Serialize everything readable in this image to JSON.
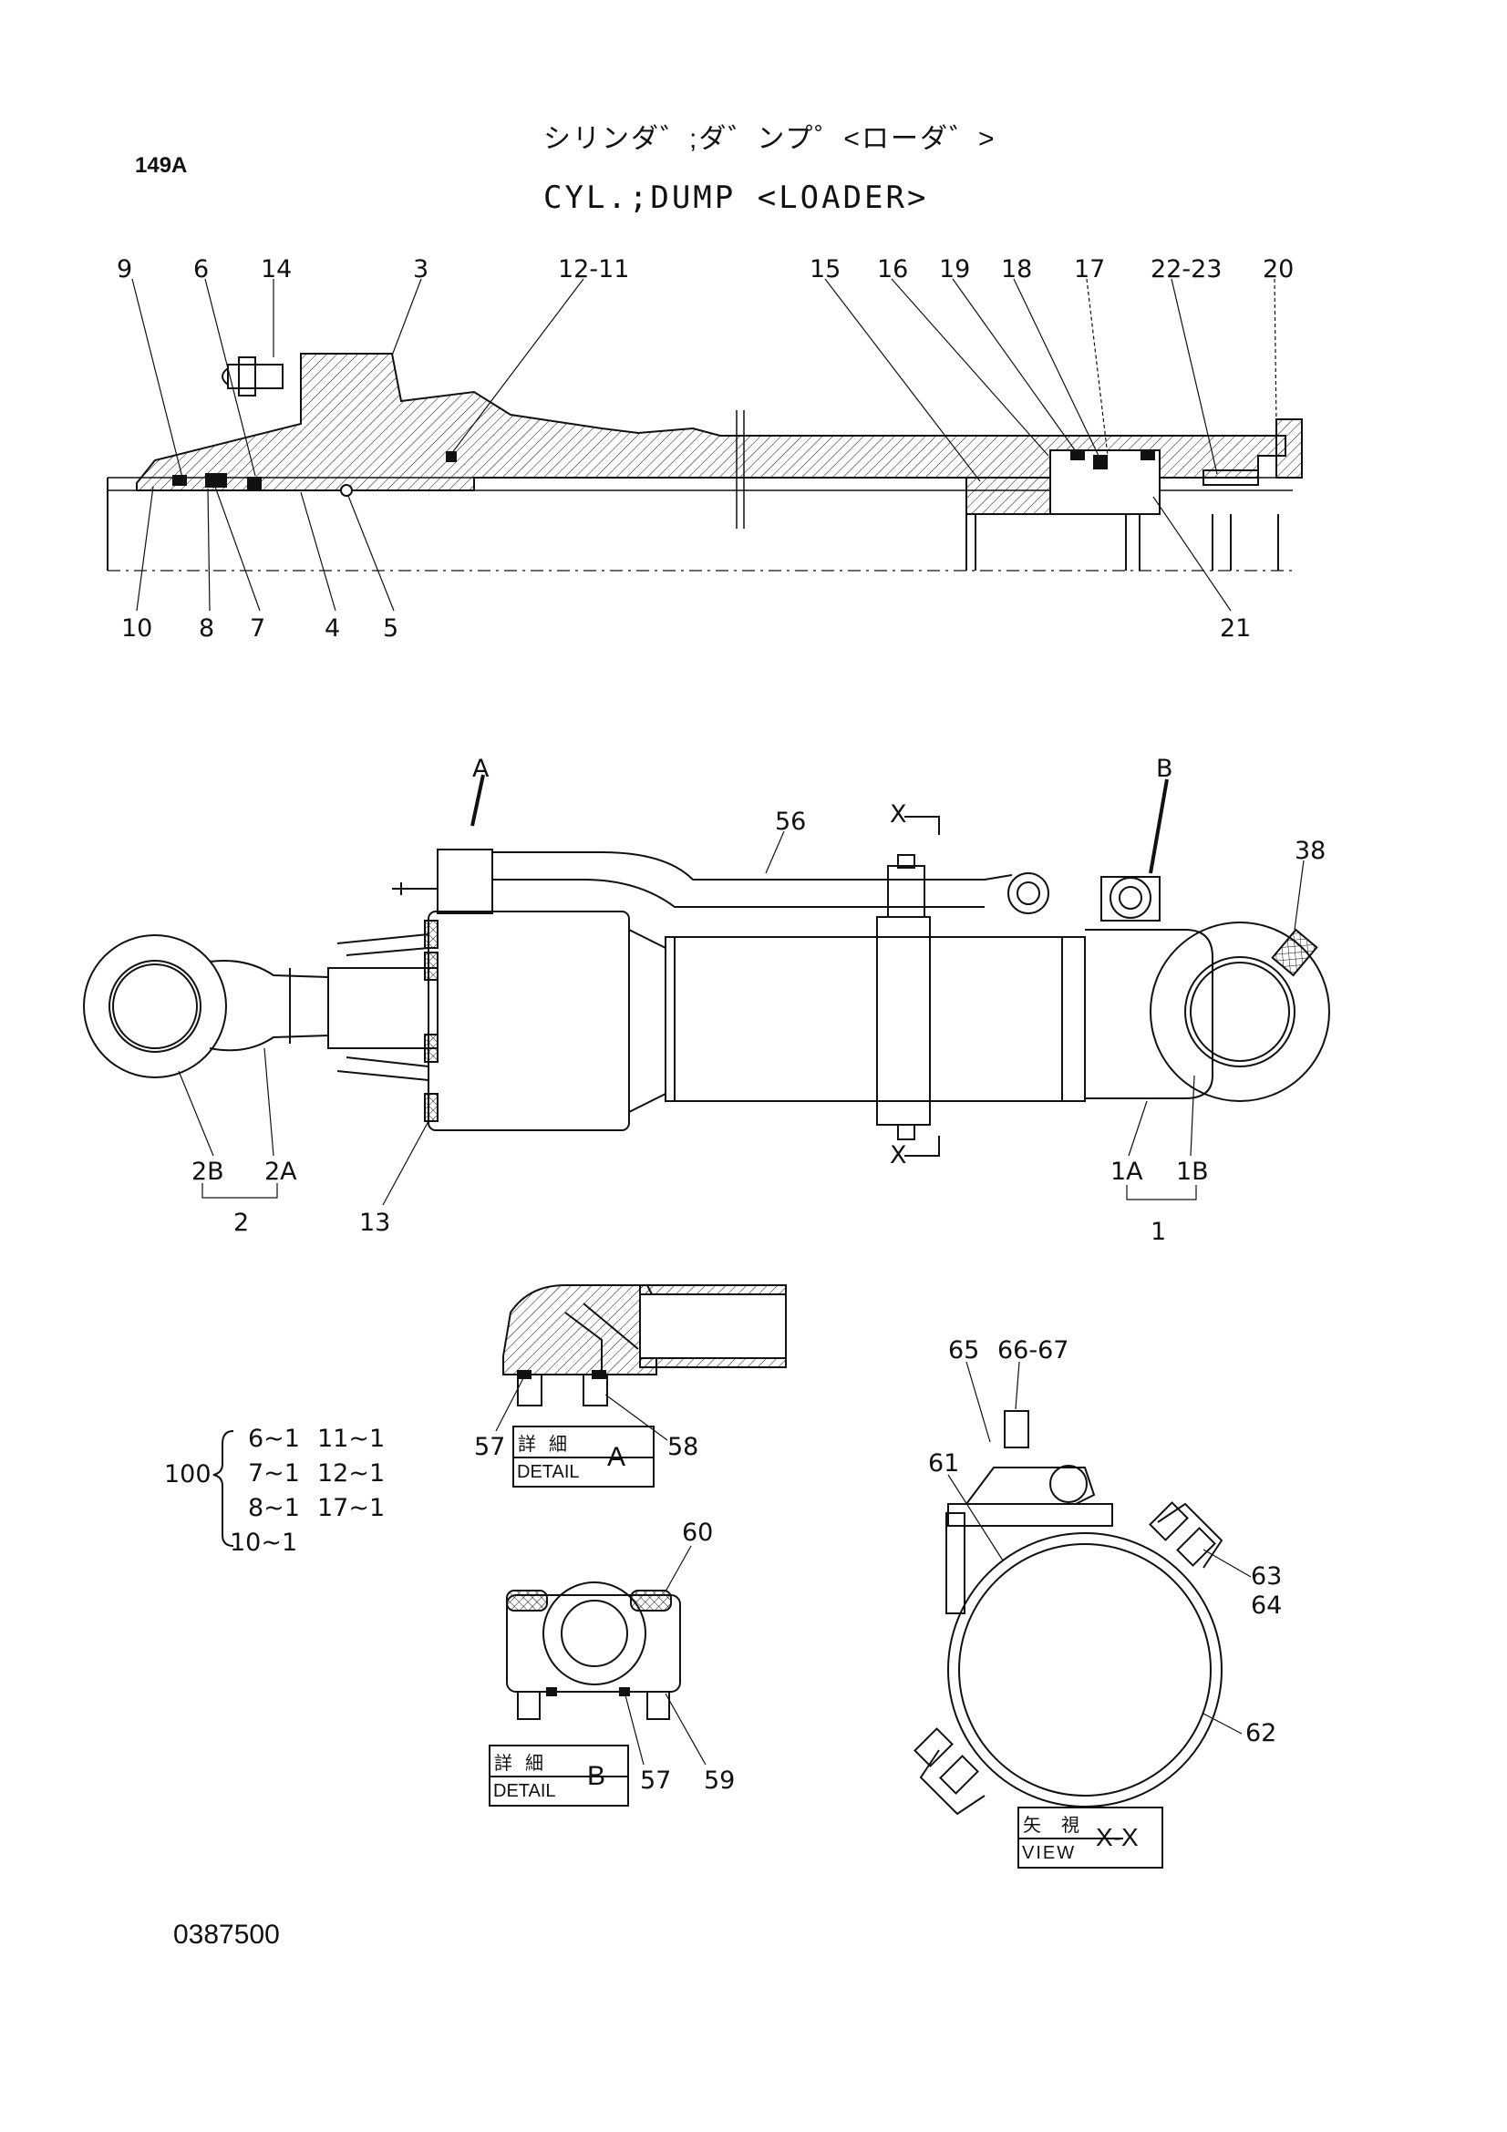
{
  "header": {
    "page_id": "149A",
    "title_jp": "シリンダ゛;ダ゛ンプ゜<ローダ゛>",
    "title_en": "CYL.;DUMP <LOADER>"
  },
  "section_view": {
    "top_labels": [
      "9",
      "6",
      "14",
      "3",
      "12-11",
      "15",
      "16",
      "19",
      "18",
      "17",
      "22-23",
      "20"
    ],
    "bottom_labels": [
      "10",
      "8",
      "7",
      "4",
      "5",
      "21"
    ]
  },
  "main_view": {
    "labels": {
      "a": "A",
      "b": "B",
      "hose": "56",
      "x_top": "X",
      "x_bottom": "X",
      "fitting": "38",
      "rod_eye_2b": "2B",
      "rod_eye_2a": "2A",
      "rod_assy": "2",
      "gland_13": "13",
      "tube_1a": "1A",
      "tube_1b": "1B",
      "tube_assy": "1"
    }
  },
  "kit_list": {
    "ref": "100",
    "rows": [
      [
        "6~1",
        "11~1"
      ],
      [
        "7~1",
        "12~1"
      ],
      [
        "8~1",
        "17~1"
      ],
      [
        "10~1",
        ""
      ]
    ]
  },
  "detail_a": {
    "jp": "詳細",
    "en": "DETAIL",
    "letter": "A",
    "labels": [
      "57",
      "58"
    ]
  },
  "detail_b": {
    "jp": "詳細",
    "en": "DETAIL",
    "letter": "B",
    "labels": [
      "60",
      "57",
      "59"
    ]
  },
  "view_xx": {
    "jp": "矢視",
    "en": "VIEW",
    "letter": "X-X",
    "labels": [
      "65",
      "66-67",
      "61",
      "63",
      "64",
      "62"
    ]
  },
  "footer": {
    "drawing_number": "0387500"
  }
}
